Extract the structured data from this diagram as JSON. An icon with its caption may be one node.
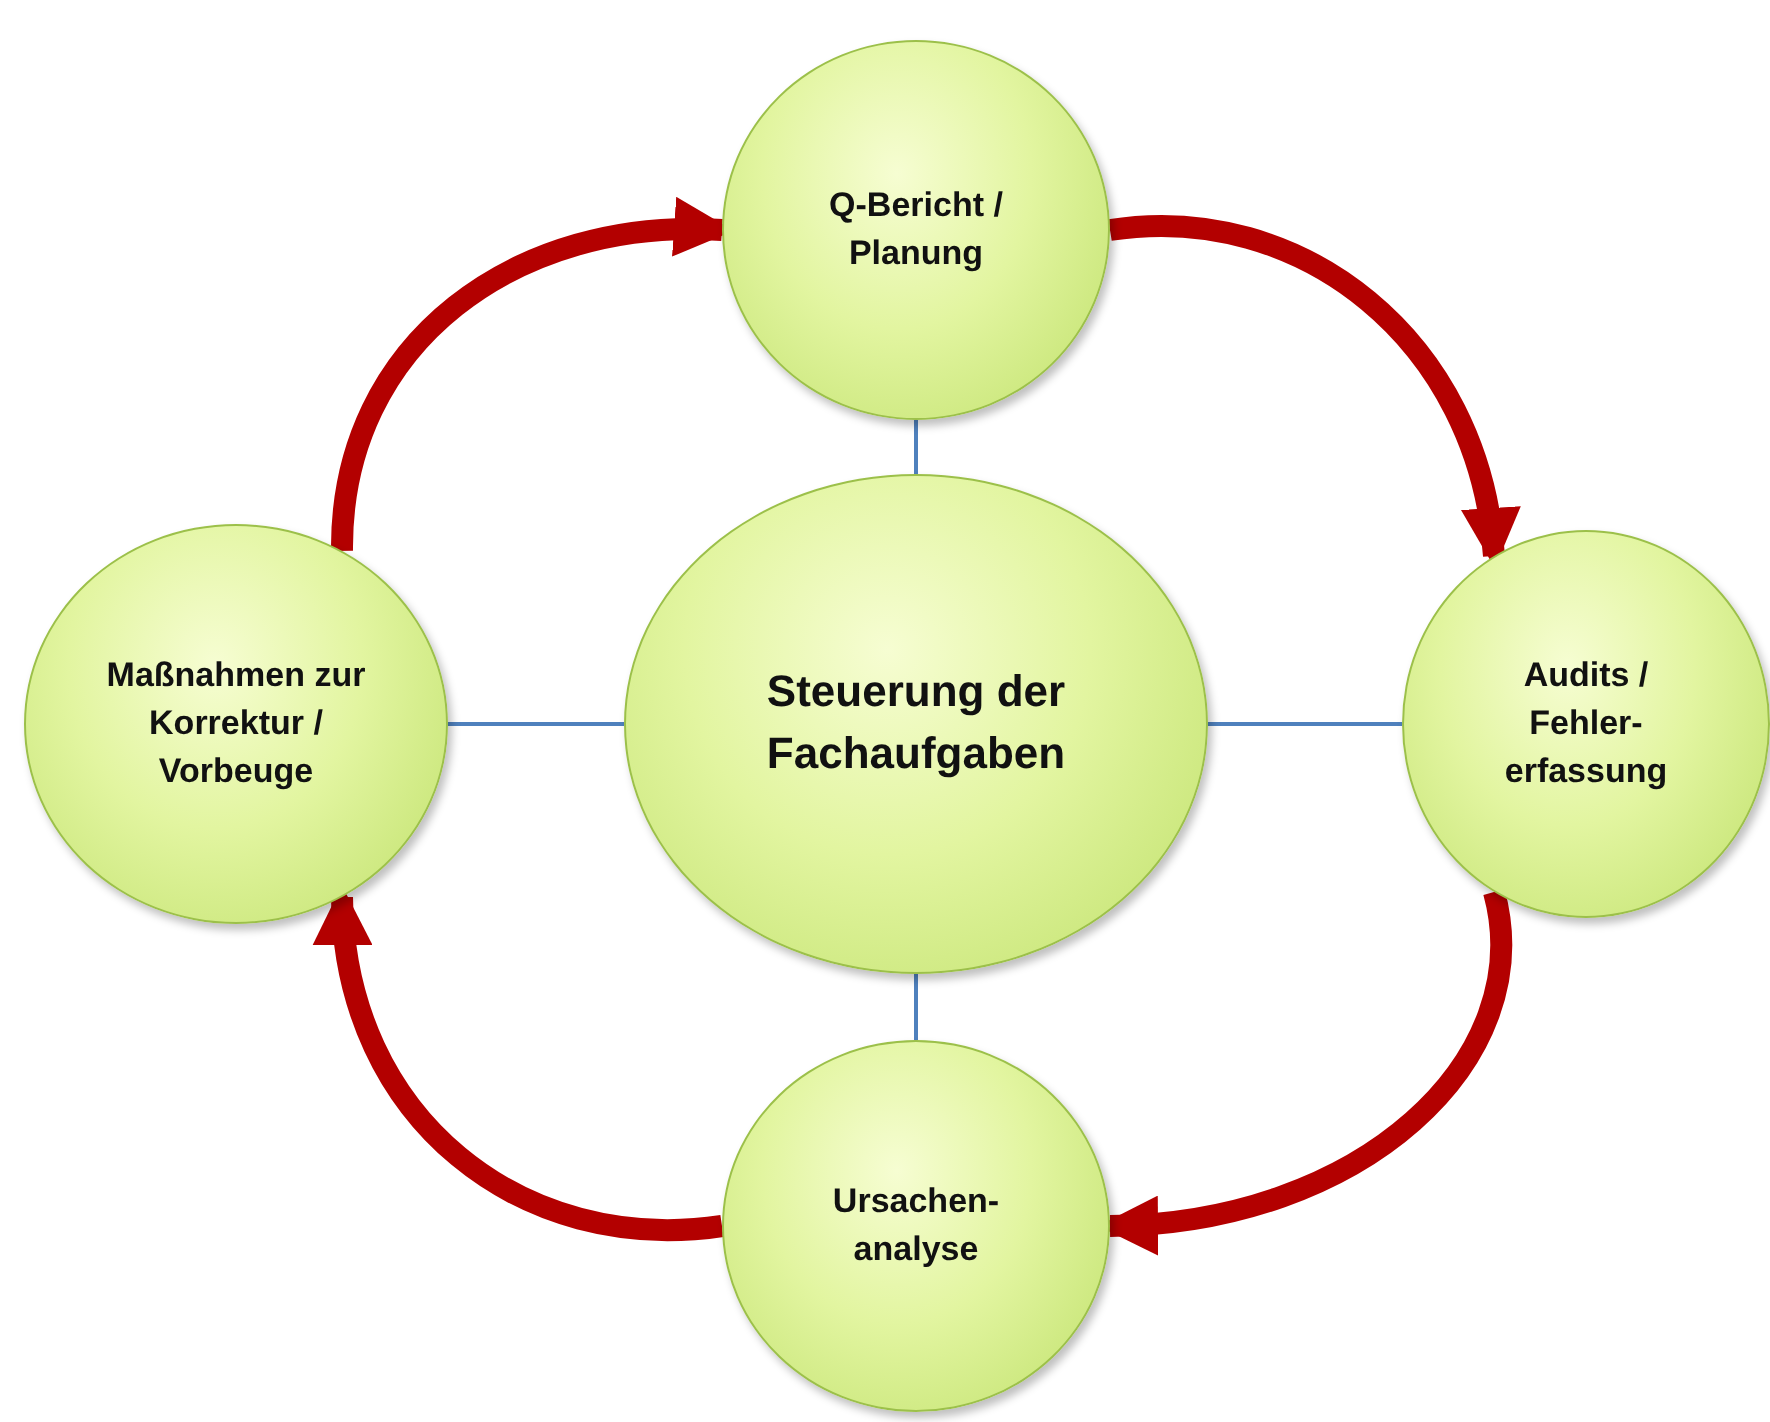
{
  "diagram": {
    "nodes": [
      {
        "text": [
          "Steuerung der Fachaufgaben"
        ]
      },
      {
        "text": [
          "Q-Bericht / Planung"
        ]
      },
      {
        "text": [
          "Audits / Fehler- erfassung"
        ]
      },
      {
        "text": [
          "Ursachen- analyse"
        ]
      },
      {
        "text": [
          "Maßnahmen zur Korrektur / Vorbeuge"
        ]
      }
    ],
    "edges": [
      {
        "from": 0,
        "to": 1,
        "arrow": "none",
        "color": "#4f81bd"
      },
      {
        "from": 0,
        "to": 2,
        "arrow": "none",
        "color": "#4f81bd"
      },
      {
        "from": 0,
        "to": 3,
        "arrow": "none",
        "color": "#4f81bd"
      },
      {
        "from": 0,
        "to": 4,
        "arrow": "none",
        "color": "#4f81bd"
      },
      {
        "from": 4,
        "to": 1,
        "arrow": "to",
        "style": "thick",
        "color": "#b30000"
      },
      {
        "from": 1,
        "to": 2,
        "arrow": "to",
        "style": "thick",
        "color": "#b30000"
      },
      {
        "from": 2,
        "to": 3,
        "arrow": "to",
        "style": "thick",
        "color": "#b30000"
      },
      {
        "from": 3,
        "to": 4,
        "arrow": "to",
        "style": "thick",
        "color": "#b30000"
      }
    ]
  }
}
